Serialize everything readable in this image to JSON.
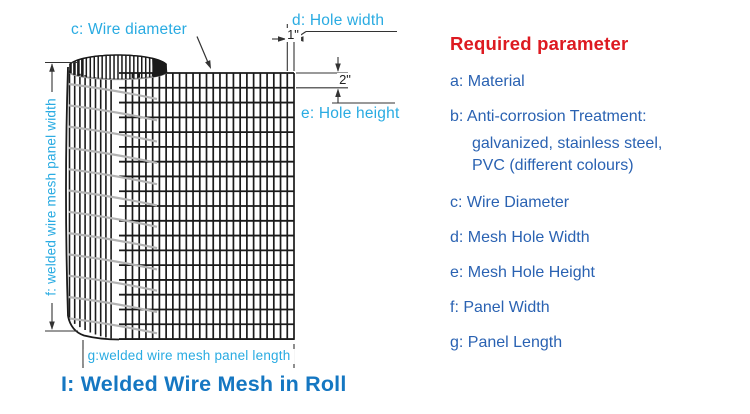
{
  "diagram": {
    "labels": {
      "wire_diameter": "c: Wire diameter",
      "hole_width": "d: Hole width",
      "hole_height": "e: Hole height",
      "hole_width_value": "1\"",
      "hole_height_value": "2\"",
      "panel_width": "f: welded wire mesh panel width",
      "panel_length": "g:welded wire mesh panel length"
    },
    "caption": "I: Welded Wire Mesh in Roll"
  },
  "parameters": {
    "heading": "Required parameter",
    "items": [
      {
        "text": "a: Material",
        "sublines": []
      },
      {
        "text": "b: Anti-corrosion Treatment:",
        "sublines": [
          "galvanized, stainless steel,",
          "PVC (different colours)"
        ]
      },
      {
        "text": "c: Wire Diameter",
        "sublines": []
      },
      {
        "text": "d: Mesh Hole Width",
        "sublines": []
      },
      {
        "text": "e: Mesh Hole Height",
        "sublines": []
      },
      {
        "text": "f: Panel Width",
        "sublines": []
      },
      {
        "text": "g: Panel Length",
        "sublines": []
      }
    ]
  },
  "colors": {
    "label_cyan": "#29ABE2",
    "title_blue": "#1577C2",
    "item_blue": "#2A62B2",
    "heading_red": "#DD1A21",
    "wire_black": "#1a1a1a",
    "roll_gray": "#b3b3b3",
    "dimension_gray": "#333333"
  }
}
